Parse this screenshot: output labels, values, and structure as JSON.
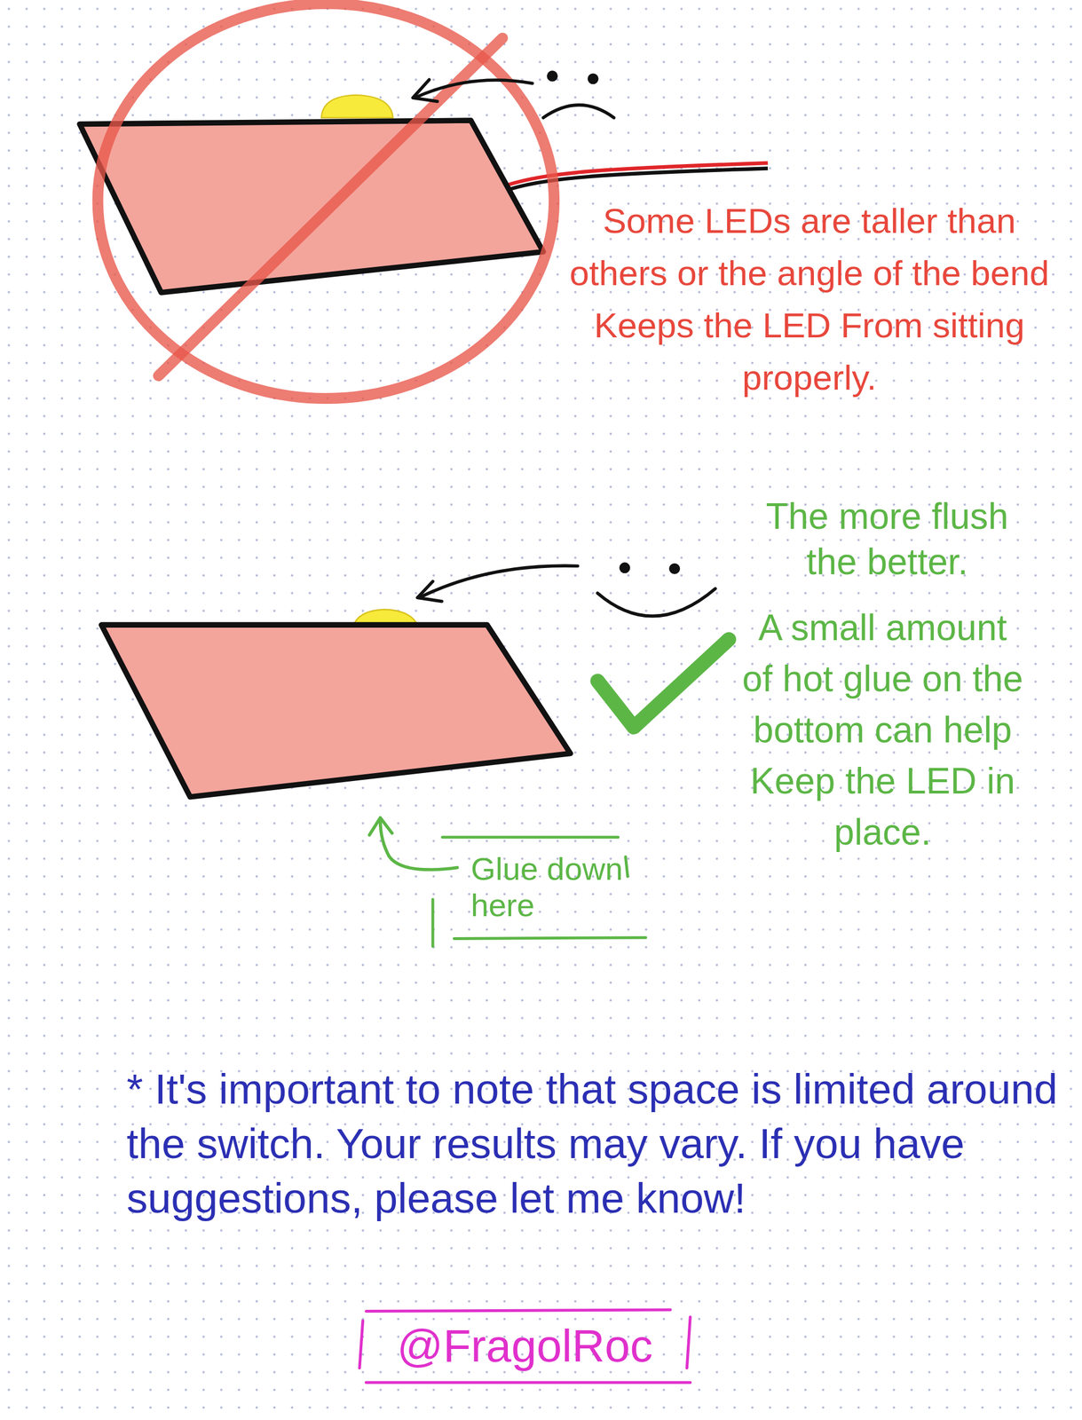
{
  "diagram": {
    "nodes": [
      {
        "text": [
          "Glue down here"
        ]
      },
      {
        "text": [
          "@FragolRoc"
        ]
      }
    ],
    "labels": [
      "Some LEDs are taller than others or the angle of the bend Keeps the LED From sitting properly.",
      "The more flush the better.",
      "A small amount of hot glue on the bottom can help Keep the LED in place.",
      "* It's important to note that space is limited around the switch. Your results may vary. If you have suggestions, please let me know!"
    ]
  }
}
